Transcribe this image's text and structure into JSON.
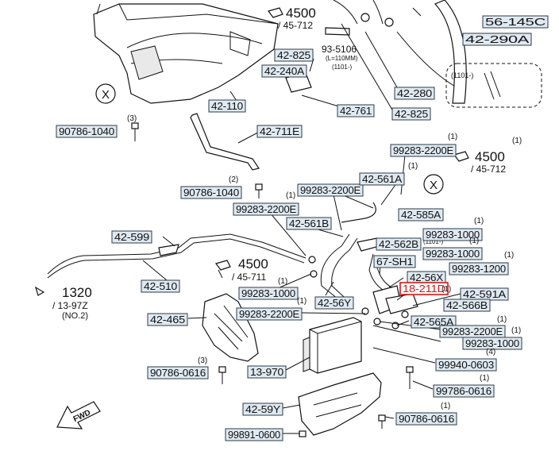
{
  "diagram": {
    "part_labels": [
      {
        "id": "56-145C",
        "text": "56-145C"
      },
      {
        "id": "42-290A",
        "text": "42-290A"
      },
      {
        "id": "42-825a",
        "text": "42-825"
      },
      {
        "id": "42-240A",
        "text": "42-240A"
      },
      {
        "id": "42-110",
        "text": "42-110"
      },
      {
        "id": "42-761",
        "text": "42-761"
      },
      {
        "id": "42-280",
        "text": "42-280"
      },
      {
        "id": "42-825b",
        "text": "42-825"
      },
      {
        "id": "90786-1040a",
        "text": "90786-1040"
      },
      {
        "id": "42-711E",
        "text": "42-711E"
      },
      {
        "id": "99283-2200Ea",
        "text": "99283-2200E"
      },
      {
        "id": "90786-1040b",
        "text": "90786-1040"
      },
      {
        "id": "99283-2200Eb",
        "text": "99283-2200E"
      },
      {
        "id": "42-561A",
        "text": "42-561A"
      },
      {
        "id": "99283-2200Ec",
        "text": "99283-2200E"
      },
      {
        "id": "42-585A",
        "text": "42-585A"
      },
      {
        "id": "42-561B",
        "text": "42-561B"
      },
      {
        "id": "42-599",
        "text": "42-599"
      },
      {
        "id": "99283-1000a",
        "text": "99283-1000"
      },
      {
        "id": "42-562B",
        "text": "42-562B"
      },
      {
        "id": "99283-1000b",
        "text": "99283-1000"
      },
      {
        "id": "67-SH1",
        "text": "67-SH1"
      },
      {
        "id": "99283-1200",
        "text": "99283-1200"
      },
      {
        "id": "42-510",
        "text": "42-510"
      },
      {
        "id": "42-56X",
        "text": "42-56X"
      },
      {
        "id": "18-211D",
        "text": "18-211D",
        "highlight": true
      },
      {
        "id": "42-591A",
        "text": "42-591A"
      },
      {
        "id": "99283-1000c",
        "text": "99283-1000"
      },
      {
        "id": "42-56Y",
        "text": "42-56Y"
      },
      {
        "id": "42-566B",
        "text": "42-566B"
      },
      {
        "id": "42-465",
        "text": "42-465"
      },
      {
        "id": "99283-2200Ed",
        "text": "99283-2200E"
      },
      {
        "id": "42-565A",
        "text": "42-565A"
      },
      {
        "id": "99283-2200Ee",
        "text": "99283-2200E"
      },
      {
        "id": "99283-1000d",
        "text": "99283-1000"
      },
      {
        "id": "99940-0603",
        "text": "99940-0603"
      },
      {
        "id": "90786-0616a",
        "text": "90786-0616"
      },
      {
        "id": "13-970",
        "text": "13-970"
      },
      {
        "id": "99786-0616",
        "text": "99786-0616"
      },
      {
        "id": "42-59Y",
        "text": "42-59Y"
      },
      {
        "id": "90786-0616b",
        "text": "90786-0616"
      },
      {
        "id": "99891-0600",
        "text": "99891-0600"
      }
    ],
    "quantities": [
      "(1)",
      "(1)",
      "(3)",
      "(2)",
      "(1)",
      "(1)",
      "(1)",
      "(1)",
      "(1)",
      "(1)",
      "(1)",
      "(1)",
      "(1)",
      "(1)",
      "(4)",
      "(3)",
      "(1)",
      "(1)"
    ],
    "refs": {
      "ref1_num": "4500",
      "ref1_sub": "/ 45-712",
      "ref2_num": "4500",
      "ref2_sub": "/ 45-712",
      "ref3_num": "4500",
      "ref3_sub": "/ 45-711",
      "ref4_num": "1320",
      "ref4_sub": "/ 13-97Z",
      "ref4_note": "(NO.2)"
    },
    "notes": {
      "n1": "93-5106",
      "n1b": "(L=110MM)",
      "n1c": "(1101-)",
      "n2": "(1101-)",
      "n3": "(1101-)"
    },
    "markers": {
      "x": "X"
    },
    "fwd": "FWD"
  },
  "colors": {
    "label_fill": "#dfe9f1",
    "label_stroke": "#2d3b48",
    "highlight": "#d11a1a"
  }
}
